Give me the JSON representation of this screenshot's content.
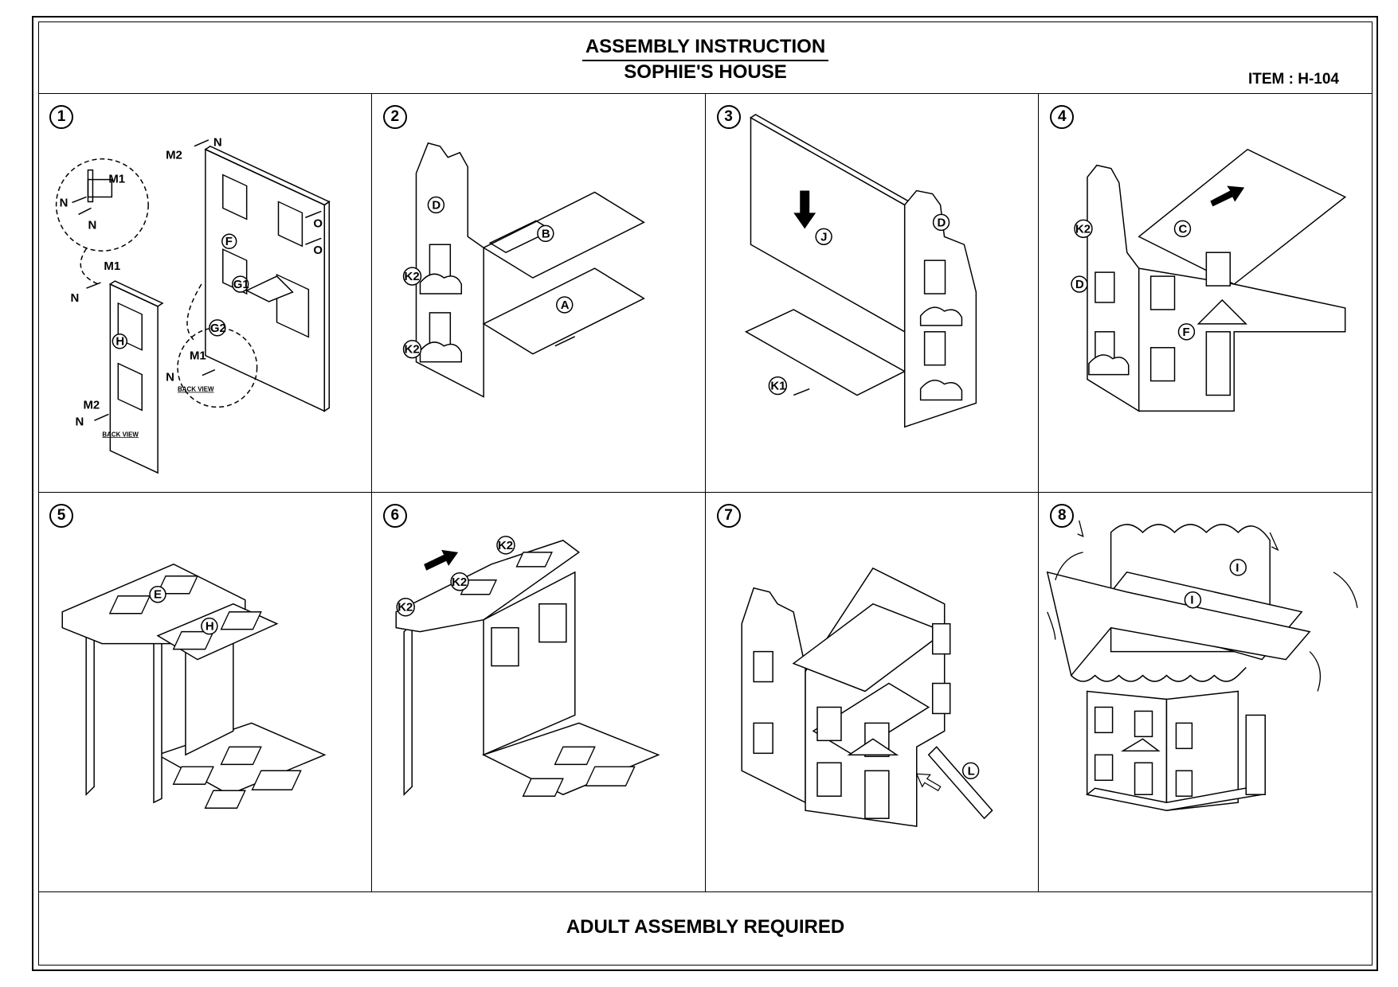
{
  "header": {
    "title": "ASSEMBLY INSTRUCTION",
    "subtitle": "SOPHIE'S HOUSE",
    "item": "ITEM : H-104"
  },
  "steps": [
    {
      "number": "1",
      "labels": [
        "M1",
        "M2",
        "N",
        "O",
        "F",
        "G1",
        "G2",
        "H"
      ],
      "notes": [
        "BACK VIEW"
      ]
    },
    {
      "number": "2",
      "labels": [
        "D",
        "B",
        "A",
        "K2"
      ]
    },
    {
      "number": "3",
      "labels": [
        "J",
        "D",
        "K1"
      ]
    },
    {
      "number": "4",
      "labels": [
        "K2",
        "C",
        "D",
        "F"
      ]
    },
    {
      "number": "5",
      "labels": [
        "E",
        "H"
      ]
    },
    {
      "number": "6",
      "labels": [
        "K2"
      ]
    },
    {
      "number": "7",
      "labels": [
        "L"
      ]
    },
    {
      "number": "8",
      "labels": [
        "I"
      ]
    }
  ],
  "footer": {
    "note": "ADULT ASSEMBLY REQUIRED"
  }
}
